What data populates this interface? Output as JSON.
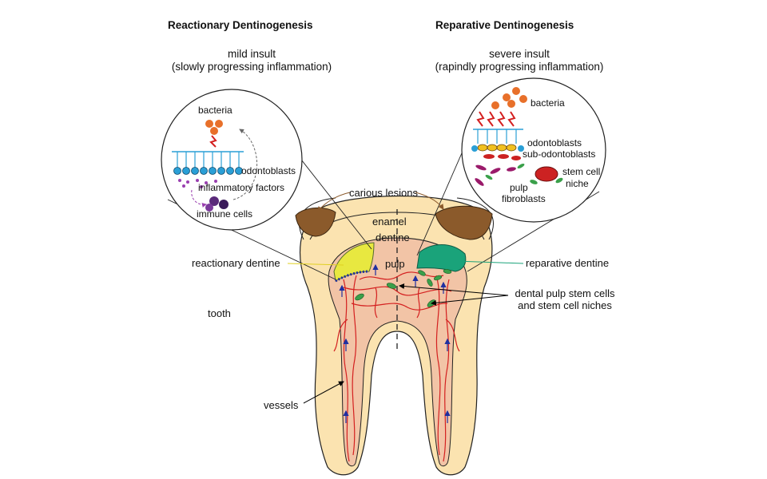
{
  "headings": {
    "left_title": "Reactionary Dentinogenesis",
    "left_line1": "mild insult",
    "left_line2": "(slowly progressing inflammation)",
    "right_title": "Reparative Dentinogenesis",
    "right_line1": "severe insult",
    "right_line2": "(rapindly progressing inflammation)"
  },
  "left_inset": {
    "bacteria": "bacteria",
    "odontoblasts": "odontoblasts",
    "inflammatory_factors": "inflammatory factors",
    "immune_cells": "immune cells"
  },
  "right_inset": {
    "bacteria": "bacteria",
    "odontoblasts": "odontoblasts",
    "sub_odontoblasts": "sub-odontoblasts",
    "stem_cell": "stem cell",
    "niche": "niche",
    "pulp": "pulp",
    "fibroblasts": "fibroblasts"
  },
  "tooth_labels": {
    "carious_lesions": "carious lesions",
    "enamel": "enamel",
    "dentine": "dentine",
    "pulp": "pulp",
    "reactionary_dentine": "reactionary dentine",
    "reparative_dentine": "reparative dentine",
    "stem_cells_line1": "dental pulp stem cells",
    "stem_cells_line2": "and stem cell niches",
    "tooth": "tooth",
    "vessels": "vessels"
  },
  "colors": {
    "enamel_dentine": "#fbe3b0",
    "pulp": "#f2c4a6",
    "caries": "#8b5a2b",
    "vessel": "#d42020",
    "reactionary": "#e8e840",
    "reparative": "#1aa37a",
    "odontoblast": "#2a9fd6",
    "bacteria": "#e8702a"
  }
}
